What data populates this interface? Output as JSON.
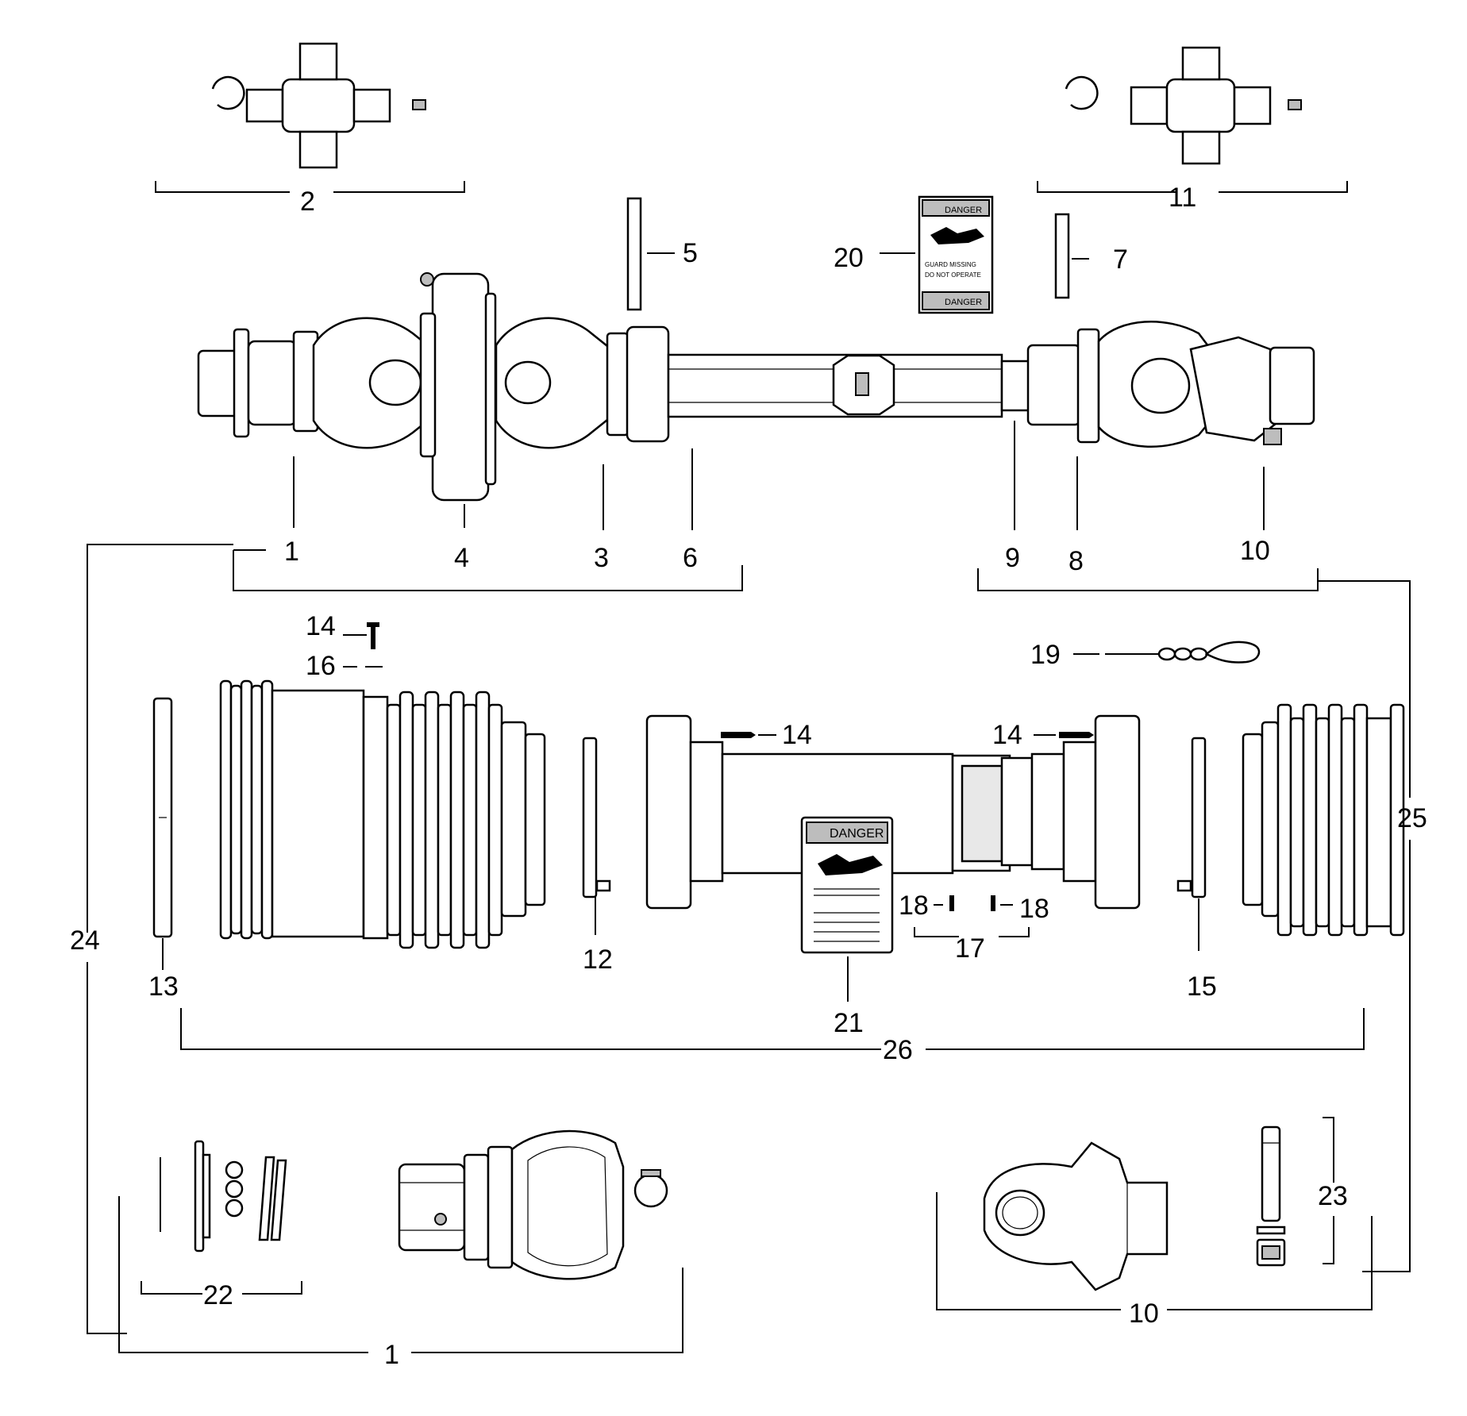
{
  "callouts": {
    "c1_top": "1",
    "c2": "2",
    "c3": "3",
    "c4": "4",
    "c5": "5",
    "c6": "6",
    "c7": "7",
    "c8": "8",
    "c9": "9",
    "c10_top": "10",
    "c11": "11",
    "c12": "12",
    "c13": "13",
    "c14_a": "14",
    "c14_b": "14",
    "c14_c": "14",
    "c15": "15",
    "c16": "16",
    "c17": "17",
    "c18_a": "18",
    "c18_b": "18",
    "c19": "19",
    "c20": "20",
    "c21": "21",
    "c22": "22",
    "c23": "23",
    "c24": "24",
    "c25": "25",
    "c26": "26",
    "c1_bottom": "1",
    "c10_bottom": "10"
  },
  "labels": {
    "danger_small_top": "DANGER",
    "danger_small_bottom": "DANGER",
    "guard_missing_1": "GUARD MISSING",
    "guard_missing_2": "DO NOT OPERATE",
    "danger_large": "DANGER"
  }
}
